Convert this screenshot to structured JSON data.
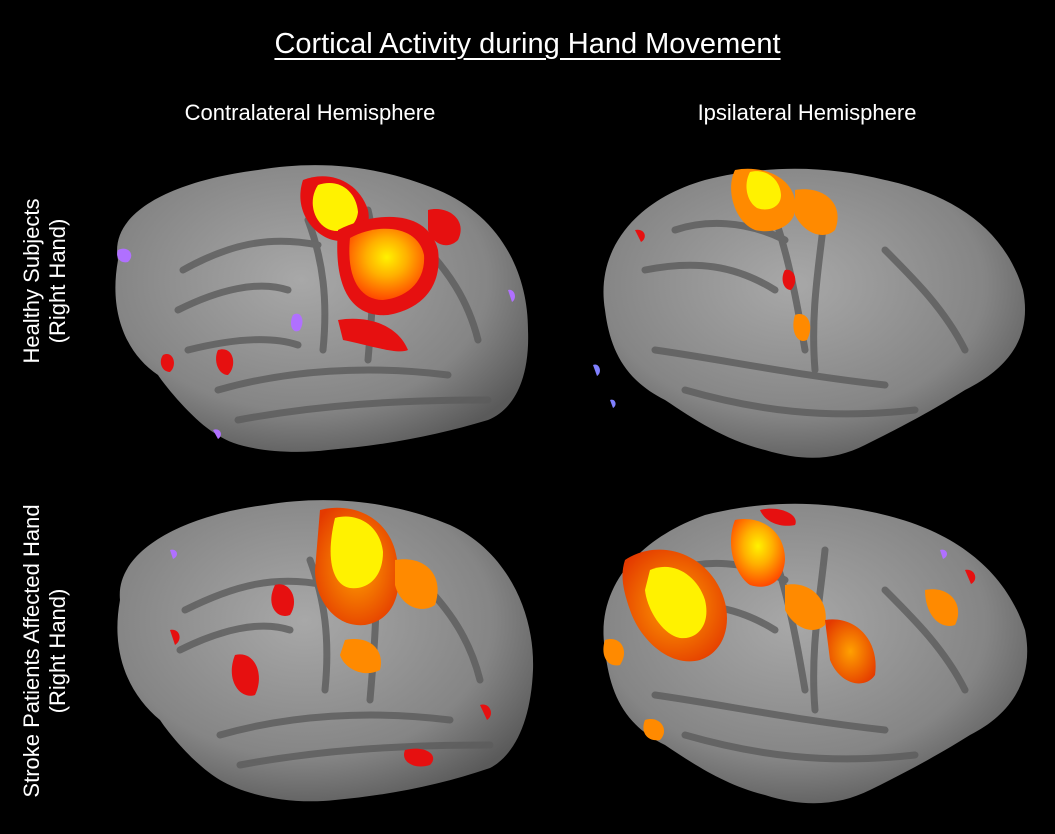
{
  "title": "Cortical Activity during Hand Movement",
  "columns": {
    "contralateral": "Contralateral Hemisphere",
    "ipsilateral": "Ipsilateral Hemisphere"
  },
  "rows": {
    "healthy": {
      "line1": "Healthy Subjects",
      "line2": "(Right Hand)"
    },
    "stroke": {
      "line1": "Stroke Patients Affected Hand",
      "line2": "(Right Hand)"
    }
  },
  "colors": {
    "background": "#000000",
    "cortex": "#8e8e8e",
    "sulcus": "#5c5c5c",
    "activation_red": "#e61010",
    "activation_orange": "#ff8a00",
    "activation_yellow": "#fff200",
    "deactivation_purple": "#b070ff"
  }
}
